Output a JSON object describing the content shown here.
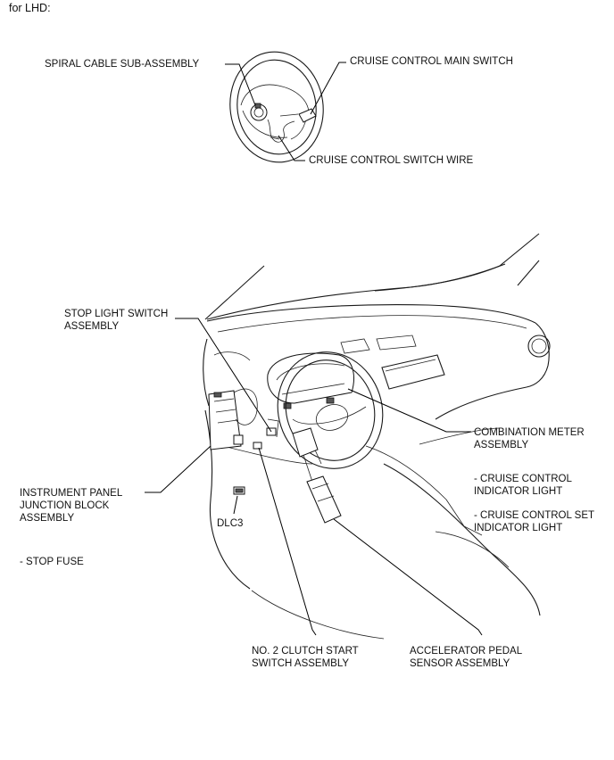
{
  "page": {
    "title": "for LHD:"
  },
  "labels": {
    "spiral_cable": "SPIRAL CABLE SUB-ASSEMBLY",
    "cruise_main_switch": "CRUISE CONTROL MAIN SWITCH",
    "cruise_switch_wire": "CRUISE CONTROL SWITCH WIRE",
    "stop_light_switch_1": "STOP LIGHT SWITCH",
    "stop_light_switch_2": "ASSEMBLY",
    "combination_meter_1": "COMBINATION METER",
    "combination_meter_2": "ASSEMBLY",
    "cc_indicator_1": "- CRUISE CONTROL",
    "cc_indicator_2": "INDICATOR LIGHT",
    "cc_set_indicator_1": "- CRUISE CONTROL SET",
    "cc_set_indicator_2": "INDICATOR LIGHT",
    "junction_block_1": "INSTRUMENT PANEL",
    "junction_block_2": "JUNCTION BLOCK",
    "junction_block_3": "ASSEMBLY",
    "stop_fuse": "- STOP FUSE",
    "dlc3": "DLC3",
    "clutch_switch_1": "NO. 2 CLUTCH START",
    "clutch_switch_2": "SWITCH ASSEMBLY",
    "accel_pedal_1": "ACCELERATOR PEDAL",
    "accel_pedal_2": "SENSOR ASSEMBLY"
  }
}
